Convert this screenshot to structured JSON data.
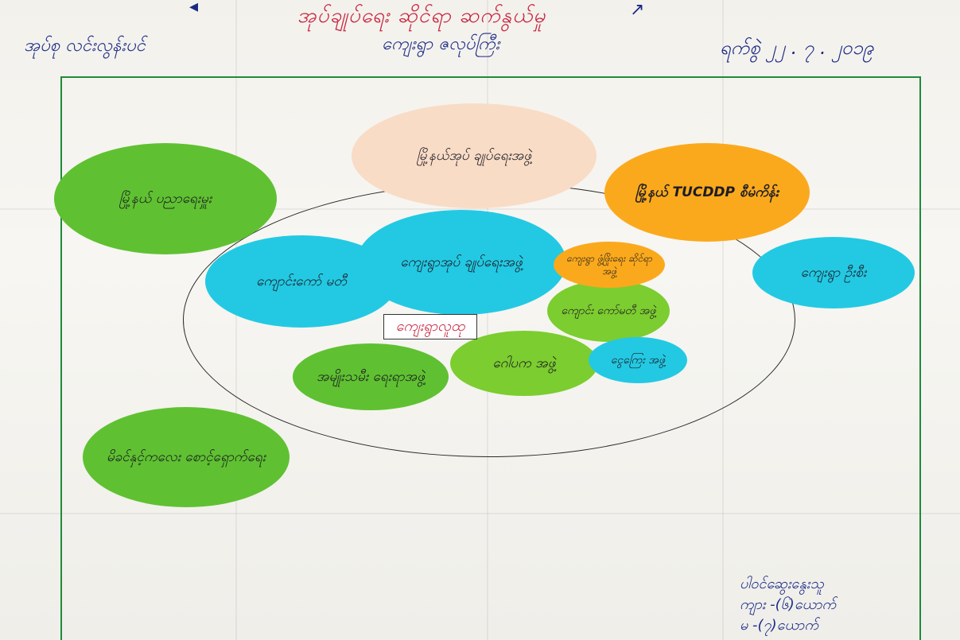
{
  "header": {
    "title": "အုပ်ချုပ်ရေး ဆိုင်ရာ ဆက်နွယ်မှု",
    "township": "အုပ်စု လင်းလွန်းပင်",
    "village": "ကျေးရွာ ဇလုပ်ကြီး",
    "date": "ရက်စွဲ ၂၂ . ၇ . ၂၀၁၉"
  },
  "center_label": "ကျေးရွာလူထု",
  "nodes": [
    {
      "id": "district-admin",
      "label": "မြို့နယ်အုပ် ချုပ်ရေးအဖွဲ့",
      "color": "peach"
    },
    {
      "id": "district-education",
      "label": "မြို့နယ် ပညာရေးမှူး",
      "color": "green"
    },
    {
      "id": "tucddp",
      "label": "မြို့နယ် TUCDDP စီမံကိန်း",
      "color": "orange"
    },
    {
      "id": "village-admin",
      "label": "ကျေးရွာအုပ် ချုပ်ရေးအဖွဲ့",
      "color": "cyan"
    },
    {
      "id": "monastery",
      "label": "ကျောင်းကော် မတီ",
      "color": "cyan"
    },
    {
      "id": "village-dev",
      "label": "ကျေးရွာ ဖွံ့ဖြိုးရေး ဆိုင်ရာအဖွဲ့",
      "color": "orange"
    },
    {
      "id": "school-committee",
      "label": "ကျောင်း ကော်မတီ အဖွဲ့",
      "color": "lightgreen"
    },
    {
      "id": "elder",
      "label": "ကျေးရွာ ဦးစီး",
      "color": "cyan"
    },
    {
      "id": "youth",
      "label": "ဂေါပက အဖွဲ့",
      "color": "lightgreen"
    },
    {
      "id": "women",
      "label": "အမျိုးသမီး ရေးရာအဖွဲ့",
      "color": "green"
    },
    {
      "id": "health",
      "label": "ငွေကြေး အဖွဲ့",
      "color": "cyan"
    },
    {
      "id": "mother-child",
      "label": "မိခင်နှင့်ကလေး စောင့်ရှောက်ရေး",
      "color": "green"
    }
  ],
  "footer": {
    "line1": "ပါဝင်ဆွေးနွေးသူ",
    "line2": "ကျား -(၆)ယောက်",
    "line3": "မ -(၇)ယောက်"
  },
  "colors": {
    "header_red": "#c8243f",
    "header_blue": "#1a2a86",
    "frame_green": "#1f8a3a",
    "green": "#5fc131",
    "lightgreen": "#7ccd2f",
    "cyan": "#23c9e3",
    "peach": "#f9dcc6",
    "orange": "#fba91c"
  }
}
